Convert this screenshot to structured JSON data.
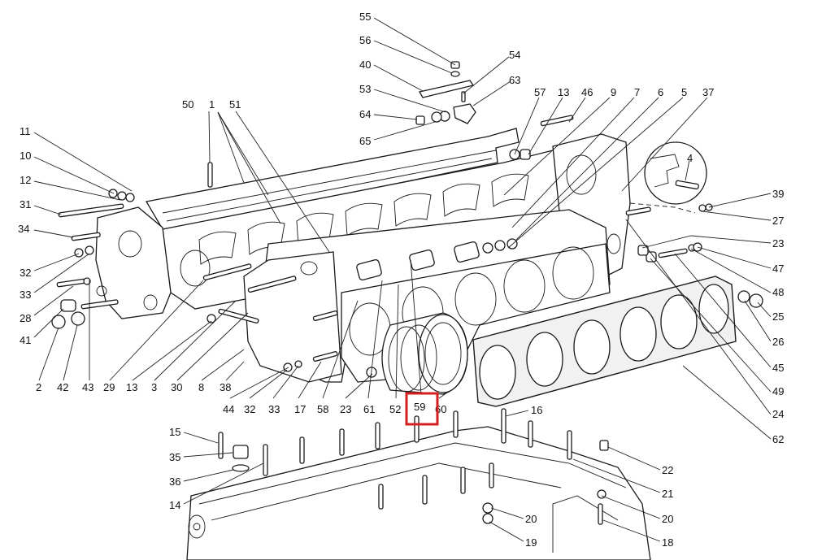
{
  "diagram": {
    "title": "Engine crankcase / cylinder block exploded view",
    "highlight": {
      "label": "59",
      "color": "#d42020"
    },
    "callouts": [
      {
        "id": "c55",
        "label": "55"
      },
      {
        "id": "c56",
        "label": "56"
      },
      {
        "id": "c40",
        "label": "40"
      },
      {
        "id": "c54",
        "label": "54"
      },
      {
        "id": "c63",
        "label": "63"
      },
      {
        "id": "c53",
        "label": "53"
      },
      {
        "id": "c64",
        "label": "64"
      },
      {
        "id": "c65",
        "label": "65"
      },
      {
        "id": "c57",
        "label": "57"
      },
      {
        "id": "c13a",
        "label": "13"
      },
      {
        "id": "c46",
        "label": "46"
      },
      {
        "id": "c9",
        "label": "9"
      },
      {
        "id": "c7",
        "label": "7"
      },
      {
        "id": "c6",
        "label": "6"
      },
      {
        "id": "c5",
        "label": "5"
      },
      {
        "id": "c37",
        "label": "37"
      },
      {
        "id": "c4",
        "label": "4"
      },
      {
        "id": "c39",
        "label": "39"
      },
      {
        "id": "c27",
        "label": "27"
      },
      {
        "id": "c23a",
        "label": "23"
      },
      {
        "id": "c47",
        "label": "47"
      },
      {
        "id": "c48",
        "label": "48"
      },
      {
        "id": "c25",
        "label": "25"
      },
      {
        "id": "c26",
        "label": "26"
      },
      {
        "id": "c45",
        "label": "45"
      },
      {
        "id": "c49",
        "label": "49"
      },
      {
        "id": "c24",
        "label": "24"
      },
      {
        "id": "c62",
        "label": "62"
      },
      {
        "id": "c50",
        "label": "50"
      },
      {
        "id": "c1",
        "label": "1"
      },
      {
        "id": "c51",
        "label": "51"
      },
      {
        "id": "c11",
        "label": "11"
      },
      {
        "id": "c10",
        "label": "10"
      },
      {
        "id": "c12",
        "label": "12"
      },
      {
        "id": "c31",
        "label": "31"
      },
      {
        "id": "c34",
        "label": "34"
      },
      {
        "id": "c32a",
        "label": "32"
      },
      {
        "id": "c33a",
        "label": "33"
      },
      {
        "id": "c28",
        "label": "28"
      },
      {
        "id": "c41",
        "label": "41"
      },
      {
        "id": "c2",
        "label": "2"
      },
      {
        "id": "c42",
        "label": "42"
      },
      {
        "id": "c43",
        "label": "43"
      },
      {
        "id": "c29",
        "label": "29"
      },
      {
        "id": "c13b",
        "label": "13"
      },
      {
        "id": "c3",
        "label": "3"
      },
      {
        "id": "c30",
        "label": "30"
      },
      {
        "id": "c8",
        "label": "8"
      },
      {
        "id": "c38",
        "label": "38"
      },
      {
        "id": "c44",
        "label": "44"
      },
      {
        "id": "c32b",
        "label": "32"
      },
      {
        "id": "c33b",
        "label": "33"
      },
      {
        "id": "c17",
        "label": "17"
      },
      {
        "id": "c58",
        "label": "58"
      },
      {
        "id": "c23b",
        "label": "23"
      },
      {
        "id": "c61",
        "label": "61"
      },
      {
        "id": "c52",
        "label": "52"
      },
      {
        "id": "c59",
        "label": "59"
      },
      {
        "id": "c60",
        "label": "60"
      },
      {
        "id": "c16",
        "label": "16"
      },
      {
        "id": "c15",
        "label": "15"
      },
      {
        "id": "c35",
        "label": "35"
      },
      {
        "id": "c36",
        "label": "36"
      },
      {
        "id": "c14",
        "label": "14"
      },
      {
        "id": "c22",
        "label": "22"
      },
      {
        "id": "c21",
        "label": "21"
      },
      {
        "id": "c20a",
        "label": "20"
      },
      {
        "id": "c20b",
        "label": "20"
      },
      {
        "id": "c19",
        "label": "19"
      },
      {
        "id": "c18",
        "label": "18"
      }
    ]
  }
}
